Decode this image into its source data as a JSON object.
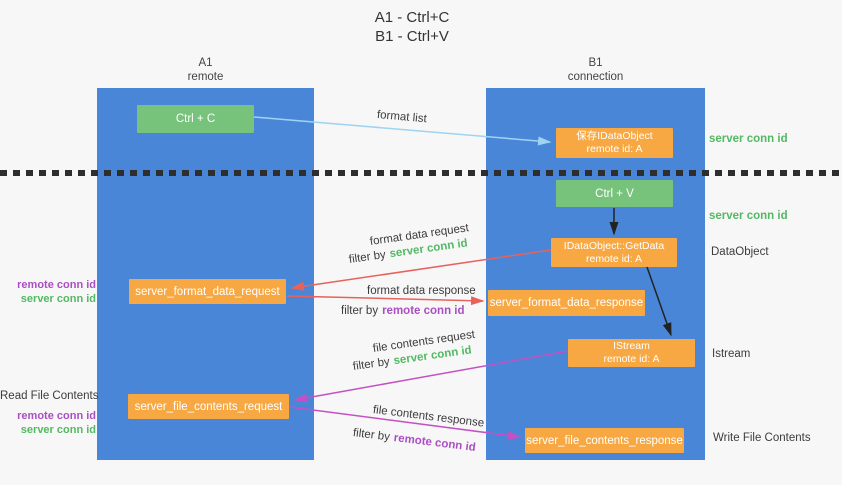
{
  "title": {
    "line1": "A1 - Ctrl+C",
    "line2": "B1 - Ctrl+V"
  },
  "lifelines": {
    "a1": {
      "name": "A1",
      "role": "remote"
    },
    "b1": {
      "name": "B1",
      "role": "connection"
    }
  },
  "boxes": {
    "ctrl_c": "Ctrl + C",
    "ctrl_v": "Ctrl + V",
    "save_dataobject": {
      "line1": "保存IDataObject",
      "line2": "remote id: A"
    },
    "getdata": {
      "line1": "IDataObject::GetData",
      "line2": "remote id: A"
    },
    "istream": {
      "line1": "IStream",
      "line2": "remote id: A"
    },
    "format_request": "server_format_data_request",
    "format_response": "server_format_data_response",
    "file_request": "server_file_contents_request",
    "file_response": "server_file_contents_response"
  },
  "flows": {
    "format_list": {
      "label": "format list"
    },
    "format_data_request": {
      "label": "format data request",
      "filter_prefix": "filter by",
      "filter_value": "server conn id"
    },
    "format_data_response": {
      "label": "format data response",
      "filter_prefix": "filter by",
      "filter_value": "remote conn id"
    },
    "file_contents_request": {
      "label": "file contents request",
      "filter_prefix": "filter by",
      "filter_value": "server conn id"
    },
    "file_contents_response": {
      "label": "file contents response",
      "filter_prefix": "filter by",
      "filter_value": "remote conn id"
    }
  },
  "annotations": {
    "server_conn_id_top": "server conn id",
    "server_conn_id_mid": "server conn id",
    "dataobject": "DataObject",
    "istream": "Istream",
    "write_file_contents": "Write File Contents",
    "read_file_contents": "Read File Contents",
    "left_pair1": {
      "remote": "remote conn id",
      "server": "server conn id"
    },
    "left_pair2": {
      "remote": "remote conn id",
      "server": "server conn id"
    }
  },
  "colors": {
    "lifeline_blue": "#4a86d8",
    "action_green": "#77c37c",
    "object_orange": "#f7a843",
    "green_text": "#53b963",
    "purple_text": "#aa4fc3",
    "red_arrow": "#e8625c",
    "magenta_arrow": "#c351c3",
    "blue_arrow": "#9fd3f2",
    "black_arrow": "#222222"
  }
}
